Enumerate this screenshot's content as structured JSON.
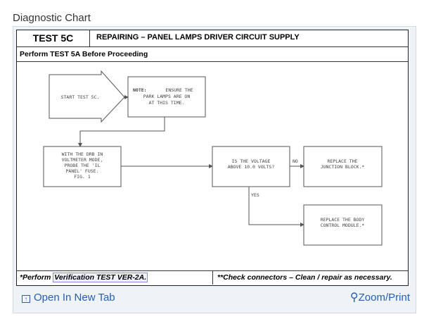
{
  "page_title": "Diagnostic Chart",
  "chart": {
    "test_id": "TEST 5C",
    "heading": "REPAIRING – PANEL LAMPS DRIVER CIRCUIT SUPPLY",
    "prerequisite": "Perform TEST 5A Before Proceeding",
    "steps": {
      "start": "START TEST 5C.",
      "note_label": "NOTE:",
      "note": [
        "ENSURE THE",
        "PARK LAMPS ARE ON",
        "AT THIS TIME."
      ],
      "probe": [
        "WITH THE DRB IN",
        "VOLTMETER MODE,",
        "PROBE THE 'IL",
        "PANEL' FUSE.",
        "FIG. 1"
      ],
      "question": [
        "IS THE VOLTAGE",
        "ABOVE 10.0 VOLTS?"
      ],
      "no_label": "NO",
      "yes_label": "YES",
      "no_action": [
        "REPLACE THE",
        "JUNCTION BLOCK.*"
      ],
      "yes_action": [
        "REPLACE THE BODY",
        "CONTROL MODULE.*"
      ]
    },
    "footer_left_prefix": "*Perform ",
    "footer_left_link": "Verification TEST VER-2A.",
    "footer_right": "**Check connectors – Clean / repair as necessary."
  },
  "links": {
    "open_new_tab": "Open In New Tab",
    "zoom_print": "Zoom/Print"
  }
}
